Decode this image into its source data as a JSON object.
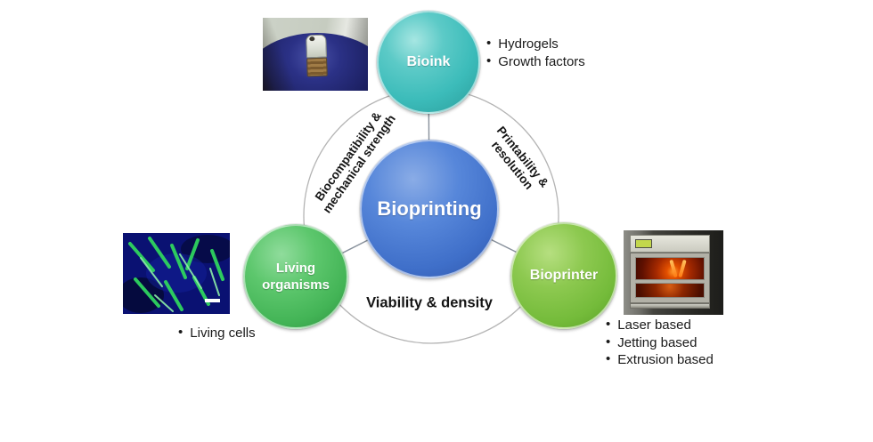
{
  "figure": {
    "title_node": "Bioprinting",
    "nodes": {
      "bioink": {
        "label": "Bioink"
      },
      "living": {
        "label": "Living organisms"
      },
      "bioprinter": {
        "label": "Bioprinter"
      }
    },
    "edge_labels": {
      "left_line1": "Biocompatibility &",
      "left_line2": "mechanical strength",
      "right_line1": "Printability &",
      "right_line2": "resolution",
      "bottom": "Viability & density"
    }
  },
  "annotations": {
    "bioink": [
      "Hydrogels",
      "Growth factors"
    ],
    "living": [
      "Living cells"
    ],
    "bioprinter": [
      "Laser based",
      "Jetting based",
      "Extrusion based"
    ]
  },
  "photos": {
    "bioink": "bioink-hydrogel-vial-photo",
    "living": "fluorescent-living-cells-micrograph",
    "bioprinter": "bioprinter-machine-orange-chamber-photo"
  },
  "colors": {
    "bioink_teal": "#3fc1bf",
    "center_blue": "#4a79cf",
    "living_green": "#4cbb5f",
    "bioprinter_green": "#7cc142",
    "ring_gray": "#b2b2b2",
    "text_dark": "#1f1f1f"
  }
}
